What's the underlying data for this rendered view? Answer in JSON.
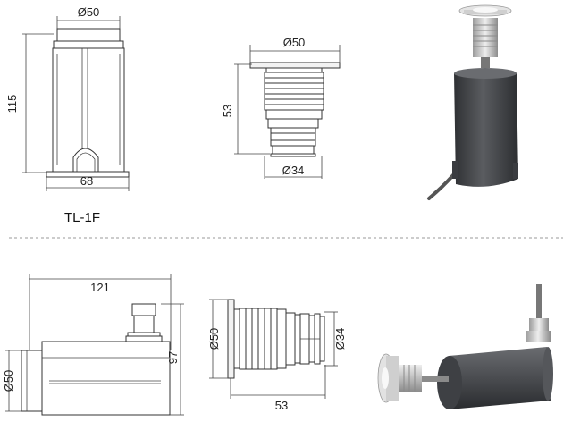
{
  "model_label": "TL-1F",
  "top_front_view": {
    "width": "Ø50",
    "height": "115",
    "base": "68"
  },
  "top_side_view": {
    "flange": "Ø50",
    "height": "53",
    "bottom": "Ø34"
  },
  "bottom_front_view": {
    "length": "121",
    "height": "97",
    "end": "Ø50"
  },
  "bottom_side_view": {
    "flange": "Ø50",
    "body": "Ø34",
    "length": "53"
  },
  "colors": {
    "housing": "#4a4c50",
    "metal": "#c9c9c9",
    "line": "#333333"
  }
}
